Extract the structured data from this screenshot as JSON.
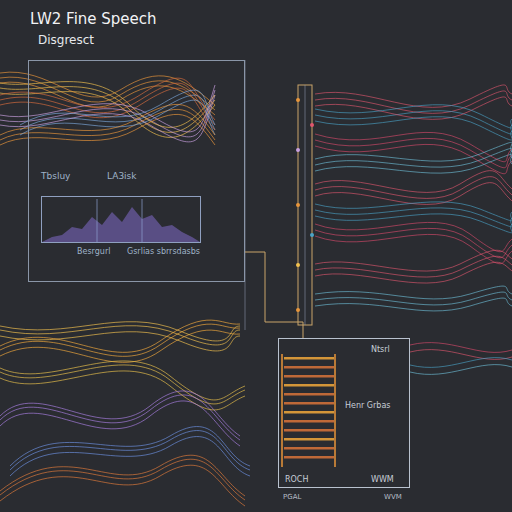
{
  "diagram": {
    "title": "LW2 Fine Speech",
    "nodes": [
      {
        "text": [
          "Tbsluy",
          "LA3isk"
        ]
      },
      {
        "text": [
          "Besrgurl",
          "Gsrlias sbrrsdasbs"
        ],
        "in": 0
      },
      {
        "text": [
          "Ntsrl",
          "Henr Grbas",
          "ROCH",
          "WWM"
        ]
      }
    ],
    "edges": [
      {
        "from": 0,
        "to": 2,
        "arrow": "none"
      }
    ],
    "labels": [
      "Disgresct",
      "PGAL",
      "WVM"
    ]
  }
}
